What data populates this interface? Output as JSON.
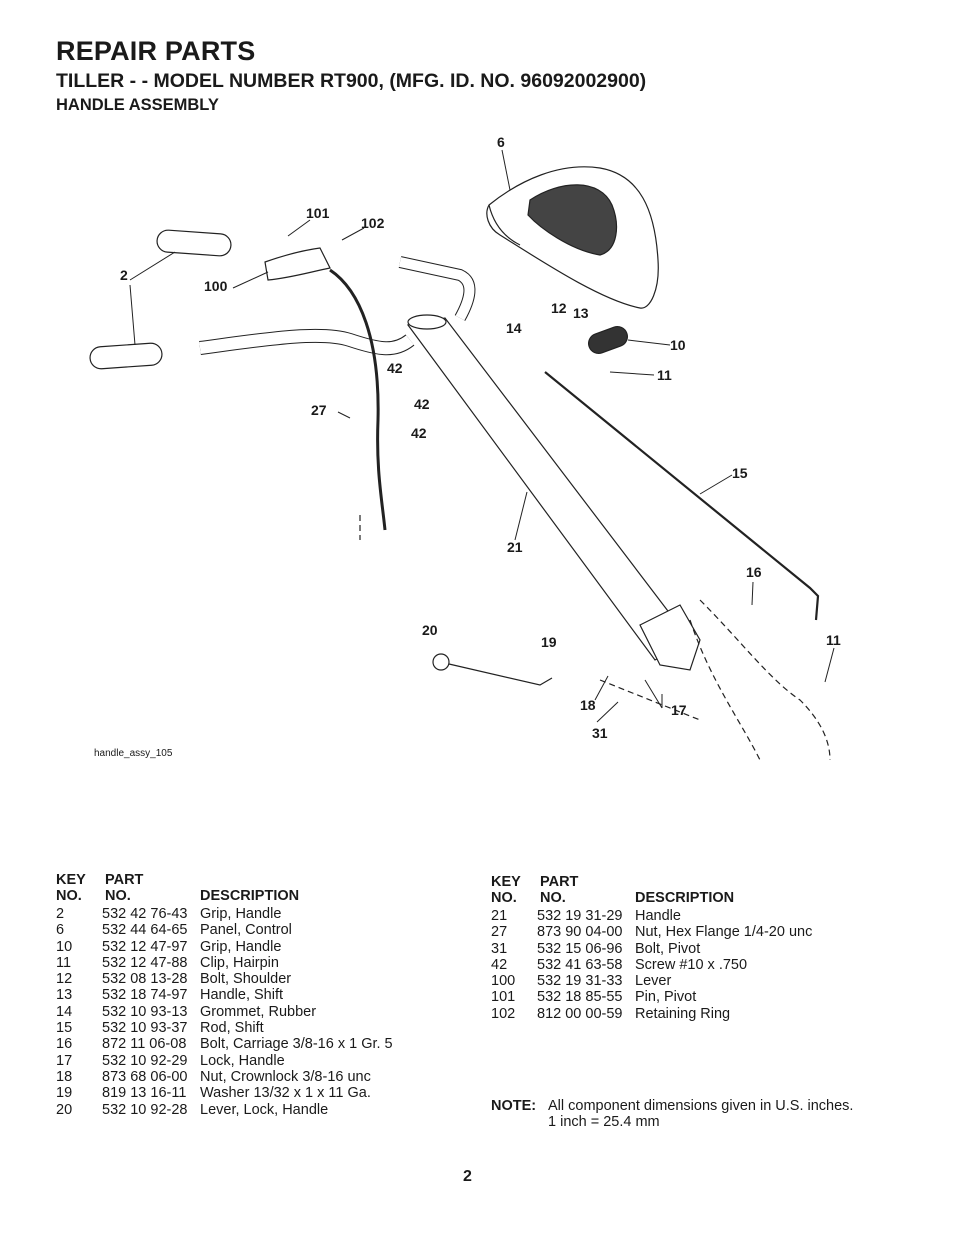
{
  "header": {
    "title": "REPAIR PARTS",
    "subtitle": "TILLER - - MODEL NUMBER RT900, (MFG. ID. NO. 96092002900)",
    "section": "HANDLE ASSEMBLY"
  },
  "diagram": {
    "figure_id": "handle_assy_105",
    "callouts": [
      "6",
      "101",
      "102",
      "2",
      "100",
      "12",
      "13",
      "14",
      "10",
      "11",
      "42",
      "27",
      "42",
      "42",
      "15",
      "21",
      "16",
      "20",
      "19",
      "11",
      "18",
      "17",
      "31"
    ]
  },
  "table_header": {
    "key": "KEY\nNO.",
    "key_l1": "KEY",
    "key_l2": "NO.",
    "part_l1": "PART",
    "part_l2": "NO.",
    "desc": "DESCRIPTION"
  },
  "parts_left": [
    {
      "key": "2",
      "part": "532 42 76-43",
      "desc": "Grip, Handle"
    },
    {
      "key": "6",
      "part": "532 44 64-65",
      "desc": "Panel, Control"
    },
    {
      "key": "10",
      "part": "532 12 47-97",
      "desc": "Grip, Handle"
    },
    {
      "key": "11",
      "part": "532 12 47-88",
      "desc": "Clip, Hairpin"
    },
    {
      "key": "12",
      "part": "532 08 13-28",
      "desc": "Bolt, Shoulder"
    },
    {
      "key": "13",
      "part": "532 18 74-97",
      "desc": "Handle, Shift"
    },
    {
      "key": "14",
      "part": "532 10 93-13",
      "desc": "Grommet, Rubber"
    },
    {
      "key": "15",
      "part": "532 10 93-37",
      "desc": "Rod, Shift"
    },
    {
      "key": "16",
      "part": "872 11 06-08",
      "desc": "Bolt, Carriage  3/8-16 x 1 Gr. 5"
    },
    {
      "key": "17",
      "part": "532 10 92-29",
      "desc": "Lock, Handle"
    },
    {
      "key": "18",
      "part": "873 68 06-00",
      "desc": "Nut, Crownlock 3/8-16 unc"
    },
    {
      "key": "19",
      "part": "819 13 16-11",
      "desc": "Washer 13/32 x 1 x 11 Ga."
    },
    {
      "key": "20",
      "part": "532 10 92-28",
      "desc": "Lever, Lock, Handle"
    }
  ],
  "parts_right": [
    {
      "key": "21",
      "part": "532 19 31-29",
      "desc": "Handle"
    },
    {
      "key": "27",
      "part": "873 90 04-00",
      "desc": "Nut, Hex  Flange 1/4-20 unc"
    },
    {
      "key": "31",
      "part": "532 15 06-96",
      "desc": "Bolt, Pivot"
    },
    {
      "key": "42",
      "part": "532 41 63-58",
      "desc": "Screw #10 x .750"
    },
    {
      "key": "100",
      "part": "532 19 31-33",
      "desc": "Lever"
    },
    {
      "key": "101",
      "part": "532 18 85-55",
      "desc": "Pin, Pivot"
    },
    {
      "key": "102",
      "part": "812 00 00-59",
      "desc": "Retaining Ring"
    }
  ],
  "note": {
    "label": "NOTE:",
    "line1": "All component dimensions given in U.S. inches.",
    "line2": "1 inch = 25.4 mm"
  },
  "page_number": "2"
}
